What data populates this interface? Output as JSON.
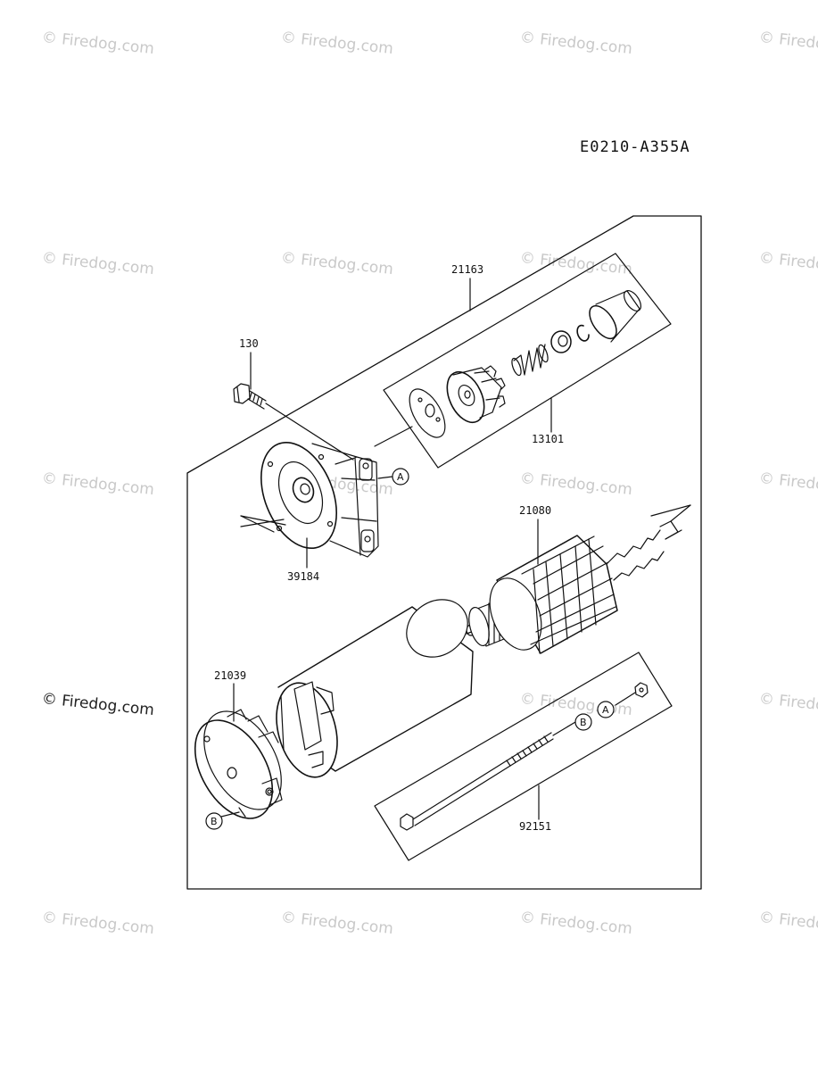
{
  "diagram_code": "E0210-A355A",
  "watermark": "© Firedog.com",
  "callouts": {
    "p21163": "21163",
    "p130": "130",
    "p13101": "13101",
    "p39184": "39184",
    "p21080": "21080",
    "p21039": "21039",
    "p92151": "92151"
  },
  "ref_markers": {
    "a1": "A",
    "a2": "A",
    "b1": "B",
    "b2": "B"
  }
}
